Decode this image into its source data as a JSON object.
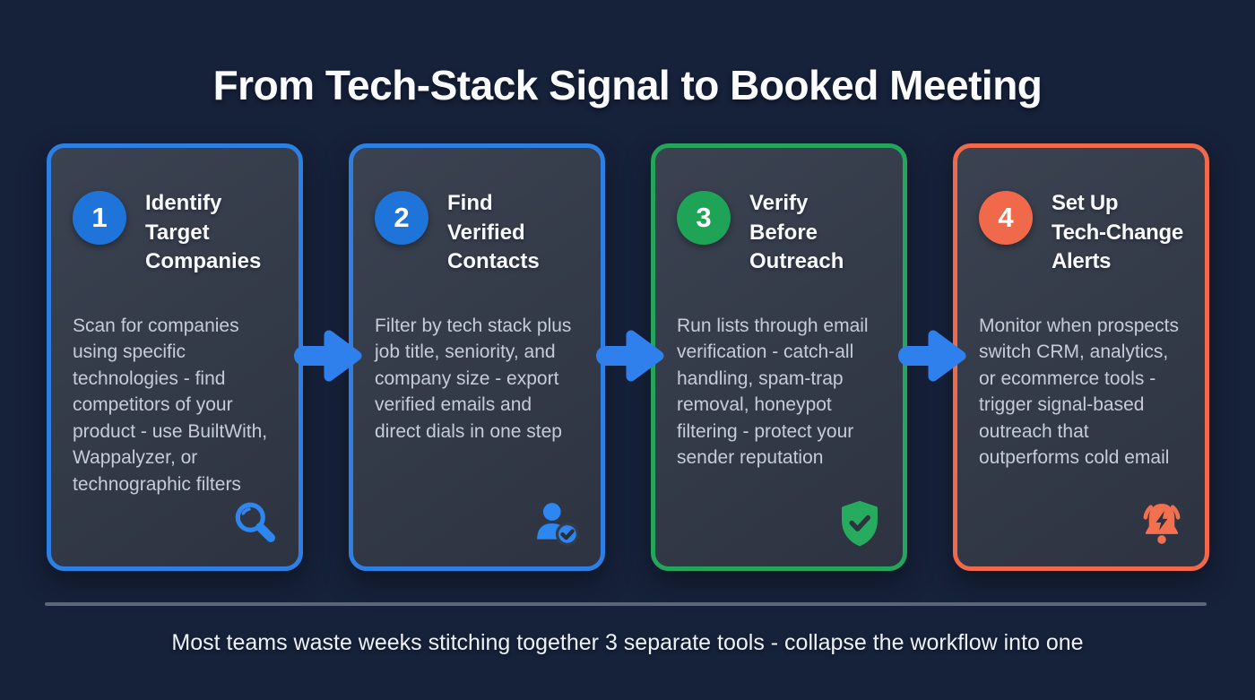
{
  "title": "From Tech-Stack Signal to Booked Meeting",
  "steps": [
    {
      "number": "1",
      "accent_color": "#2e7fe4",
      "heading": "Identify\nTarget\nCompanies",
      "body": "Scan for companies using specific technologies - find competitors of your product - use BuiltWith, Wappalyzer, or technographic filters",
      "icon": "search-icon"
    },
    {
      "number": "2",
      "accent_color": "#2e7fe4",
      "heading": "Find\nVerified\nContacts",
      "body": "Filter by tech stack plus job title, seniority, and company size - export verified emails and direct dials in one step",
      "icon": "person-check-icon"
    },
    {
      "number": "3",
      "accent_color": "#24a55b",
      "heading": "Verify\nBefore\nOutreach",
      "body": "Run lists through email verification - catch-all handling, spam-trap removal, honeypot filtering - protect your sender reputation",
      "icon": "shield-check-icon"
    },
    {
      "number": "4",
      "accent_color": "#f1694b",
      "heading": "Set Up\nTech-Change\nAlerts",
      "body": "Monitor when prospects switch CRM, analytics, or ecommerce tools - trigger signal-based outreach that outperforms cold email",
      "icon": "alert-bell-icon"
    }
  ],
  "connector": {
    "icon": "arrow-right-icon",
    "color": "#2f80ed"
  },
  "footer": {
    "text": "Most teams waste weeks stitching together 3 separate tools - collapse the workflow into one"
  },
  "colors": {
    "background": "#16213a",
    "card_fill": "#353c4a",
    "blue_accent": "#2e7fe4",
    "green_accent": "#24a55b",
    "orange_accent": "#f1694b",
    "arrow_blue": "#2f80ed",
    "divider": "#5b6679",
    "heading_text": "#f7f9fc",
    "body_text": "#c6cdd9"
  }
}
